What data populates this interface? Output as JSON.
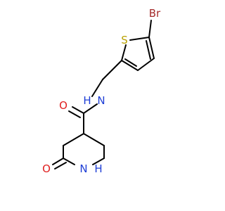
{
  "molecule": {
    "atom_labels": [
      {
        "id": "br",
        "text": "Br",
        "color": "#a52a2a"
      },
      {
        "id": "s",
        "text": "S",
        "color": "#b8a000"
      },
      {
        "id": "n-amide",
        "text": "N",
        "color": "#1f3fd6"
      },
      {
        "id": "h-amide",
        "text": "H",
        "color": "#1f3fd6"
      },
      {
        "id": "o-carbonyl",
        "text": "O",
        "color": "#e02020"
      },
      {
        "id": "n-ring",
        "text": "N",
        "color": "#1f3fd6"
      },
      {
        "id": "h-ring",
        "text": "H",
        "color": "#1f3fd6"
      },
      {
        "id": "o-lactam",
        "text": "O",
        "color": "#e02020"
      }
    ]
  }
}
